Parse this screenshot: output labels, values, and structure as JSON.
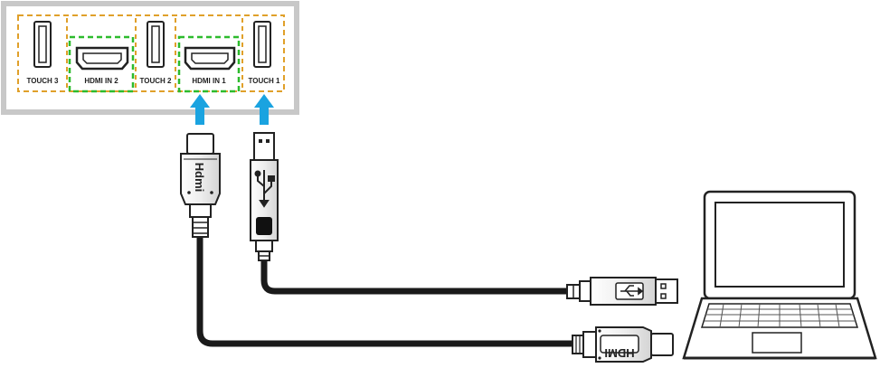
{
  "ports": {
    "touch3": "TOUCH 3",
    "hdmi_in2": "HDMI IN 2",
    "touch2": "TOUCH 2",
    "hdmi_in1": "HDMI IN 1",
    "touch1": "TOUCH 1"
  },
  "connectors": {
    "hdmi_top_logo": "Hdmi",
    "hdmi_bottom_logo": "HDMI"
  },
  "colors": {
    "usb_group_outline": "#e0a02a",
    "hdmi_group_outline": "#2dbb2d",
    "arrow": "#1aa3e0",
    "panel_border": "#c8c8c8",
    "cable": "#1a1a1a"
  },
  "icons": {
    "usb_symbol": "usb-trident-icon",
    "laptop": "laptop-icon"
  }
}
